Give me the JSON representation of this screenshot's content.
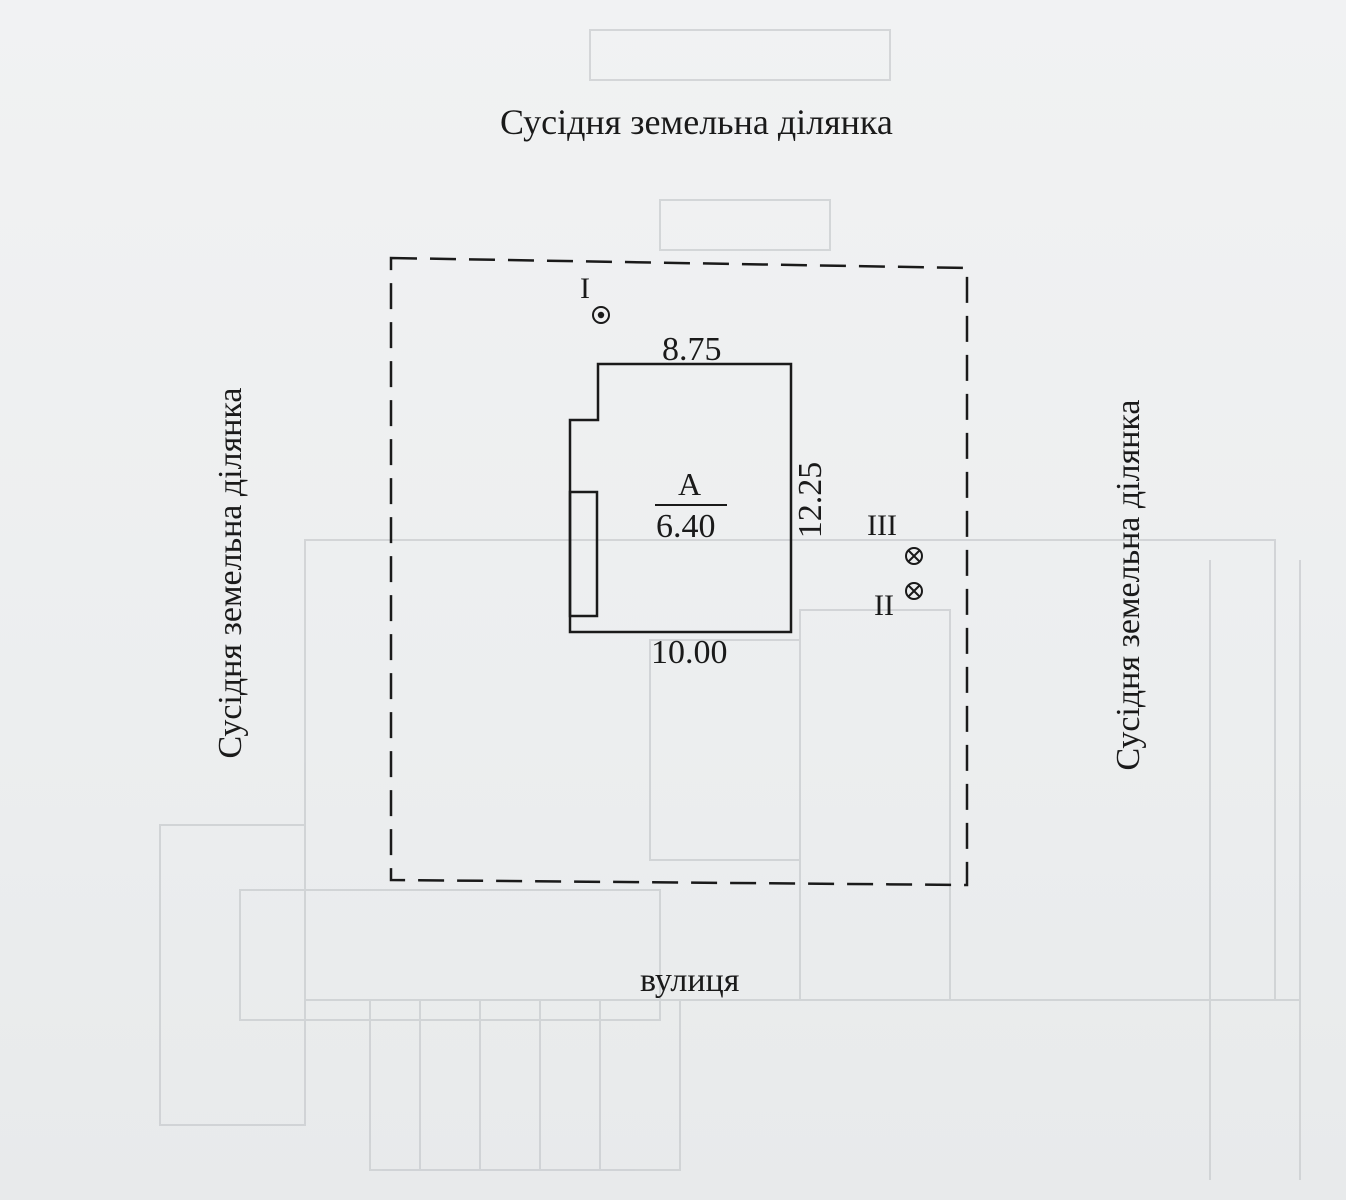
{
  "neighbors": {
    "top": "Сусідня земельна ділянка",
    "left": "Сусідня земельна ділянка",
    "right": "Сусідня земельна ділянка"
  },
  "street": "вулиця",
  "building": {
    "letter": "А",
    "value": "6.40",
    "dims": {
      "top": "8.75",
      "right": "12.25",
      "bottom": "10.00"
    }
  },
  "markers": {
    "one": "I",
    "two": "II",
    "three": "III"
  },
  "colors": {
    "paper": "#eef0f1",
    "ink": "#1a1a1a",
    "faded": "#c9cccf"
  },
  "icons": {
    "marker_one": "circle-dot-icon",
    "marker_two": "circle-x-icon",
    "marker_three": "circle-x-icon"
  }
}
